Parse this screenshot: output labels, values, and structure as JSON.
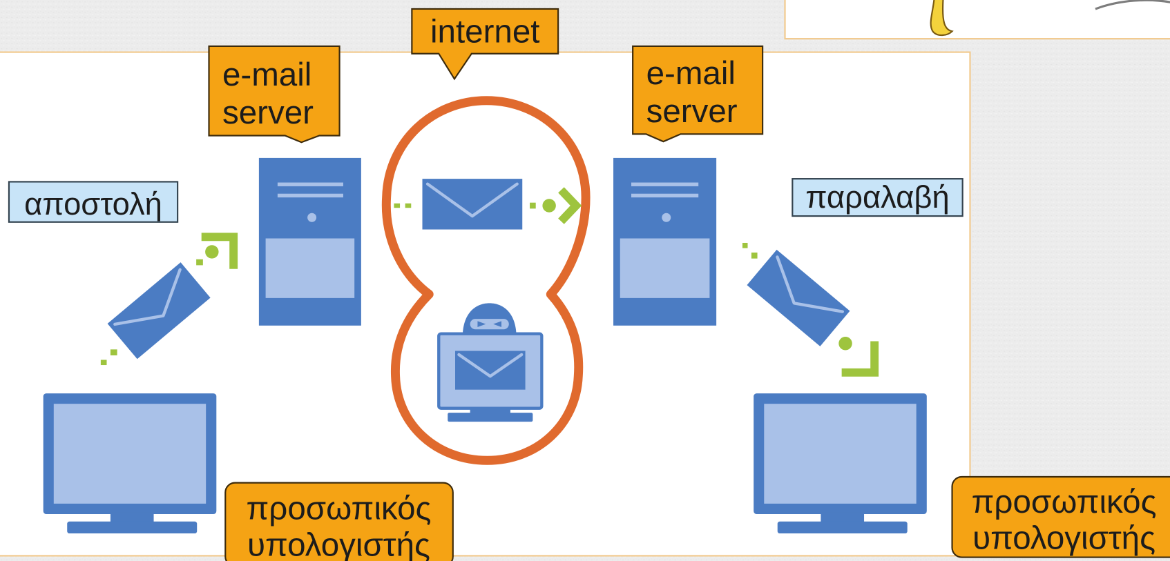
{
  "labels": {
    "internet": "internet",
    "server_left": {
      "line1": "e-mail",
      "line2": "server"
    },
    "server_right": {
      "line1": "e-mail",
      "line2": "server"
    },
    "send": "αποστολή",
    "receive": "παραλαβή",
    "pc_left": {
      "line1": "προσωπικός",
      "line2": "υπολογιστής"
    },
    "pc_right": {
      "line1": "προσωπικός",
      "line2": "υπολογιστής"
    }
  },
  "icons": {
    "sender_pc": "desktop-computer-icon",
    "receiver_pc": "desktop-computer-icon",
    "sender_server": "server-tower-icon",
    "receiver_server": "server-tower-icon",
    "message": "envelope-icon",
    "interceptor": "hacker-icon",
    "flow": "arrow-icon"
  },
  "colors": {
    "label_orange": "#F5A314",
    "label_blue": "#C8E4F8",
    "icon_blue": "#4B7CC3",
    "icon_light_blue": "#A9C1E8",
    "arrow_green": "#9EC43E",
    "internet_ring": "#E06A2E",
    "frame_line": "#F2C98C",
    "background": "#ECECEC"
  }
}
